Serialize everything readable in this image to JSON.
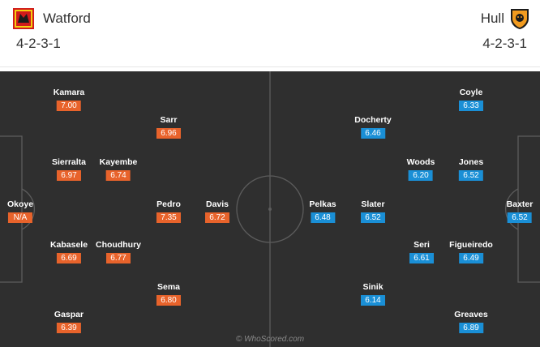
{
  "home": {
    "name": "Watford",
    "formation": "4-2-3-1",
    "colors": {
      "badge_primary": "#f5d10f",
      "badge_secondary": "#d11b1b",
      "rating_bg": "#e8632b"
    },
    "players": [
      {
        "name": "Okoye",
        "rating": "N/A"
      },
      {
        "name": "Kamara",
        "rating": "7.00"
      },
      {
        "name": "Sierralta",
        "rating": "6.97"
      },
      {
        "name": "Kabasele",
        "rating": "6.69"
      },
      {
        "name": "Gaspar",
        "rating": "6.39"
      },
      {
        "name": "Kayembe",
        "rating": "6.74"
      },
      {
        "name": "Choudhury",
        "rating": "6.77"
      },
      {
        "name": "Sarr",
        "rating": "6.96"
      },
      {
        "name": "Pedro",
        "rating": "7.35"
      },
      {
        "name": "Sema",
        "rating": "6.80"
      },
      {
        "name": "Davis",
        "rating": "6.72"
      }
    ]
  },
  "away": {
    "name": "Hull",
    "formation": "4-2-3-1",
    "colors": {
      "badge_primary": "#f29b1f",
      "badge_secondary": "#1b1b1b",
      "rating_bg": "#1a8fd6"
    },
    "players": [
      {
        "name": "Baxter",
        "rating": "6.52"
      },
      {
        "name": "Coyle",
        "rating": "6.33"
      },
      {
        "name": "Jones",
        "rating": "6.52"
      },
      {
        "name": "Figueiredo",
        "rating": "6.49"
      },
      {
        "name": "Greaves",
        "rating": "6.89"
      },
      {
        "name": "Woods",
        "rating": "6.20"
      },
      {
        "name": "Seri",
        "rating": "6.61"
      },
      {
        "name": "Docherty",
        "rating": "6.46"
      },
      {
        "name": "Slater",
        "rating": "6.52"
      },
      {
        "name": "Sinik",
        "rating": "6.14"
      },
      {
        "name": "Pelkas",
        "rating": "6.48"
      }
    ]
  },
  "watermark": "© WhoScored.com",
  "pitch_color": "#2f2f2f"
}
